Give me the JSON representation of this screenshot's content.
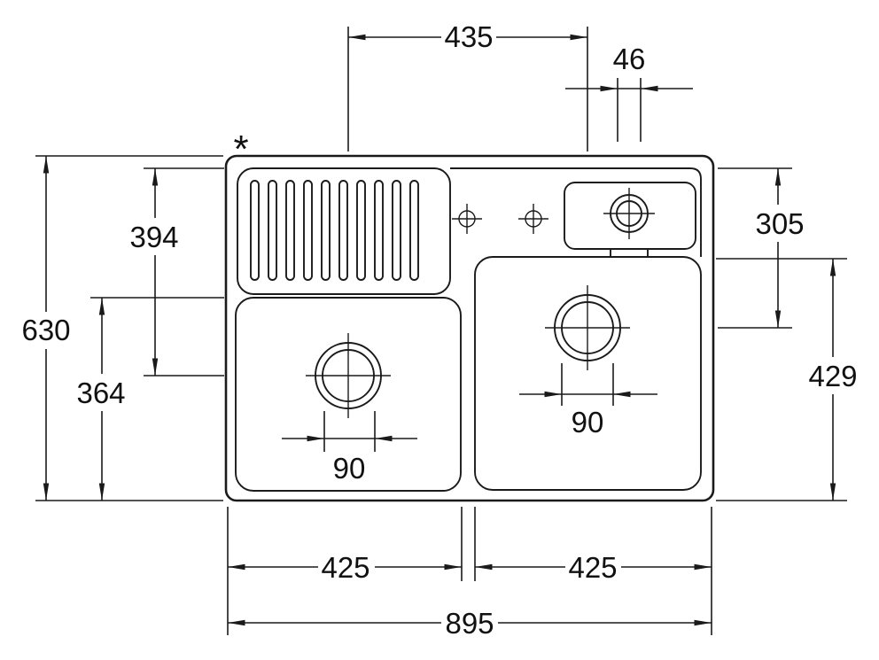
{
  "drawing": {
    "footnote_marker": "*",
    "line_color": "#1a1a1a",
    "background_color": "#ffffff"
  },
  "dims": {
    "drain_to_drain": "435",
    "tap_hole": "46",
    "rim_to_left_drain": "394",
    "overall_depth": "630",
    "left_bowl_front": "364",
    "rim_to_right_drain": "305",
    "right_bowl_span": "429",
    "left_drain_diameter": "90",
    "right_drain_diameter": "90",
    "left_bowl_width": "425",
    "right_bowl_width": "425",
    "overall_width": "895"
  }
}
